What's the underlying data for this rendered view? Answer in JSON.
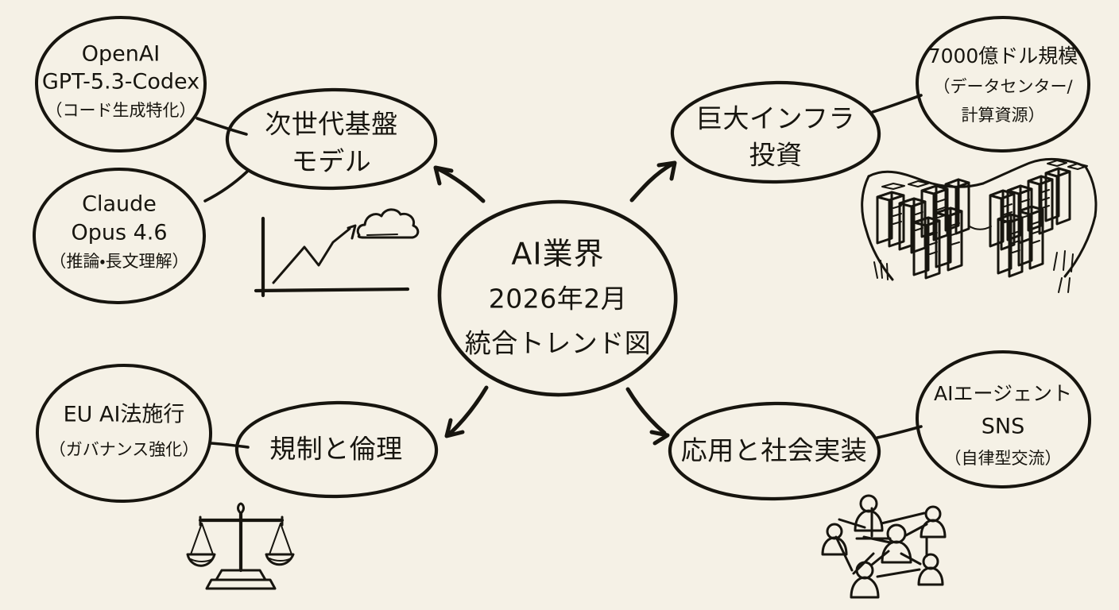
{
  "diagram": {
    "type": "mind-map",
    "style": "hand-drawn sketch",
    "background_color": "#F5F1E6",
    "ink_color": "#17150F",
    "center": {
      "id": "center",
      "line1": "AI業界",
      "line2": "2026年2月",
      "line3": "統合トレンド図"
    },
    "branches": [
      {
        "id": "next-gen-models",
        "label_line1": "次世代基盤",
        "label_line2": "モデル",
        "direction": "upper-left",
        "children": [
          {
            "id": "openai-gpt",
            "line1": "OpenAI",
            "line2": "GPT-5.3-Codex",
            "line3": "（コード生成特化）"
          },
          {
            "id": "claude-opus",
            "line1": "Claude",
            "line2": "Opus 4.6",
            "line3": "（推論・長文理解）"
          }
        ],
        "illustration": "growth-chart-cloud-icon"
      },
      {
        "id": "infrastructure-investment",
        "label_line1": "巨大インフラ",
        "label_line2": "投資",
        "direction": "upper-right",
        "children": [
          {
            "id": "datacenter-scale",
            "line1": "7000億ドル規模",
            "line2": "（データセンター/",
            "line3": "計算資源）"
          }
        ],
        "illustration": "datacenter-landscape-icon"
      },
      {
        "id": "regulation-ethics",
        "label_line1": "規制と倫理",
        "label_line2": "",
        "direction": "lower-left",
        "children": [
          {
            "id": "eu-ai-act",
            "line1": "EU AI法施行",
            "line2": "（ガバナンス強化）",
            "line3": ""
          }
        ],
        "illustration": "balance-scales-icon"
      },
      {
        "id": "application-society",
        "label_line1": "応用と社会実装",
        "label_line2": "",
        "direction": "lower-right",
        "children": [
          {
            "id": "ai-agent-sns",
            "line1": "AIエージェント",
            "line2": "SNS",
            "line3": "（自律型交流）"
          }
        ],
        "illustration": "social-network-icon"
      }
    ],
    "illustration_labels": {
      "growth_chart": "growth-chart-cloud-icon",
      "datacenter": "datacenter-landscape-icon",
      "scales": "balance-scales-icon",
      "network": "social-network-icon"
    }
  }
}
